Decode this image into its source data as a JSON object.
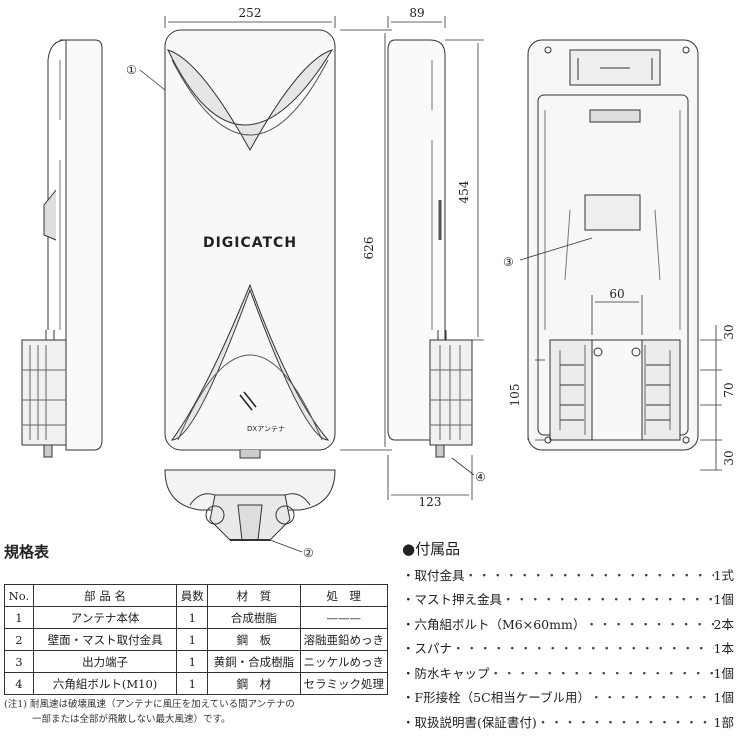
{
  "dimensions": {
    "front_width": "252",
    "side_width": "89",
    "height_overall": "626",
    "height_mount": "454",
    "depth_total": "123",
    "bracket_width": "60",
    "bracket_spacing_top": "30",
    "bracket_spacing_mid": "70",
    "bracket_spacing_bottom": "30",
    "bracket_height": "105"
  },
  "callouts": [
    "①",
    "②",
    "③",
    "④"
  ],
  "brand": {
    "logo": "DIGICATCH",
    "maker": "DXアンテナ"
  },
  "spec": {
    "title": "規格表",
    "headers": [
      "No.",
      "部 品 名",
      "員数",
      "材　質",
      "処　理"
    ],
    "rows": [
      [
        "1",
        "アンテナ本体",
        "1",
        "合成樹脂",
        "———"
      ],
      [
        "2",
        "壁面・マスト取付金具",
        "1",
        "鋼　板",
        "溶融亜鉛めっき"
      ],
      [
        "3",
        "出力端子",
        "1",
        "黄銅・合成樹脂",
        "ニッケルめっき"
      ],
      [
        "4",
        "六角組ボルト(M10)",
        "1",
        "鋼　材",
        "セラミック処理"
      ]
    ],
    "note_line1": "(注1) 耐風速は破壊風速（アンテナに風圧を加えている間アンテナの",
    "note_line2": "一部または全部が飛散しない最大風速）です。"
  },
  "accessories": {
    "title": "●付属品",
    "items": [
      {
        "name": "・取付金具",
        "qty": "1式"
      },
      {
        "name": "・マスト押え金具",
        "qty": "1個"
      },
      {
        "name": "・六角組ボルト（M6×60mm）",
        "qty": "2本"
      },
      {
        "name": "・スパナ",
        "qty": "1本"
      },
      {
        "name": "・防水キャップ",
        "qty": "1個"
      },
      {
        "name": "・F形接栓（5C相当ケーブル用）",
        "qty": "1個"
      },
      {
        "name": "・取扱説明書(保証書付)",
        "qty": "1部"
      }
    ]
  }
}
